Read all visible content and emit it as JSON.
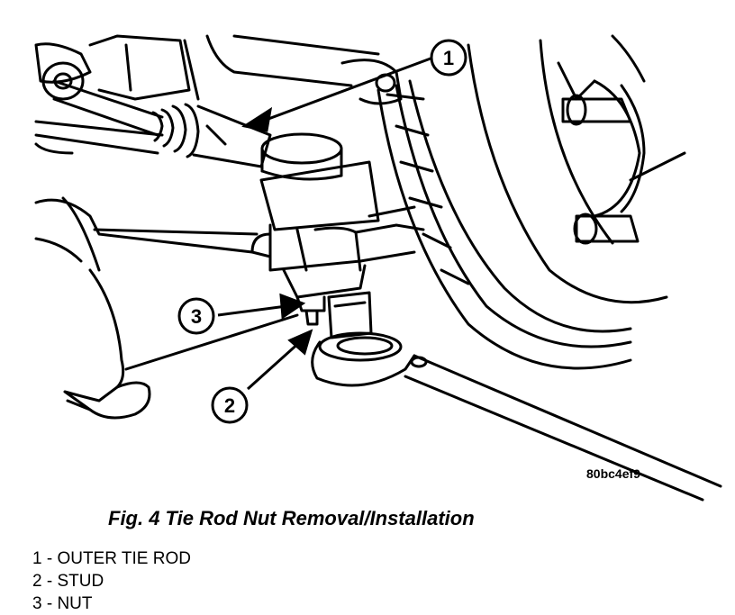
{
  "figure": {
    "image_code": "80bc4ef9",
    "caption": "Fig. 4 Tie Rod Nut Removal/Installation"
  },
  "callouts": [
    {
      "number": "1"
    },
    {
      "number": "2"
    },
    {
      "number": "3"
    }
  ],
  "legend": [
    {
      "text": "1 - OUTER TIE ROD"
    },
    {
      "text": "2 - STUD"
    },
    {
      "text": "3 - NUT"
    }
  ]
}
